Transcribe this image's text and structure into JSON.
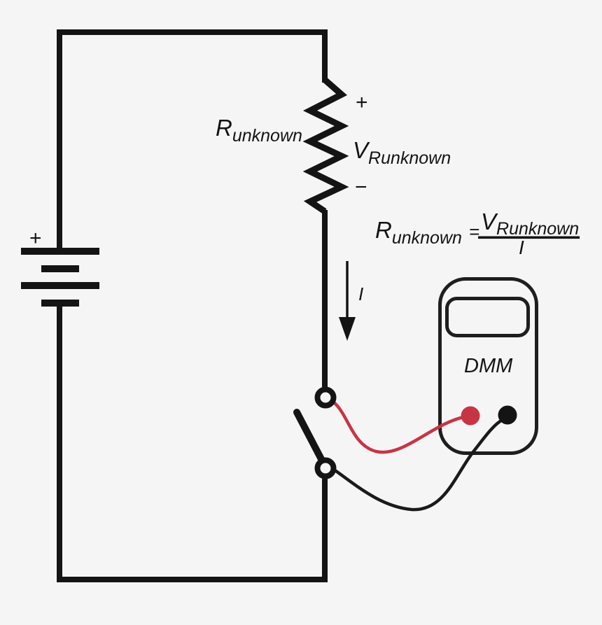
{
  "figure": {
    "background": "#f5f5f6",
    "colors": {
      "wire": "#141414",
      "red_lead": "#c73545",
      "black_lead": "#1a1a1a"
    },
    "battery": {
      "polarity_plus": "+"
    },
    "resistor": {
      "symbol": "R",
      "subscript": "unknown",
      "polarity_plus": "+",
      "polarity_minus": "−"
    },
    "voltage": {
      "symbol": "V",
      "subscript": "Runknown"
    },
    "formula": {
      "lhs_symbol": "R",
      "lhs_subscript": "unknown",
      "equals": "=",
      "numerator_symbol": "V",
      "numerator_subscript": "Runknown",
      "denominator": "I"
    },
    "current": {
      "label": "I"
    },
    "dmm": {
      "label": "DMM"
    }
  }
}
